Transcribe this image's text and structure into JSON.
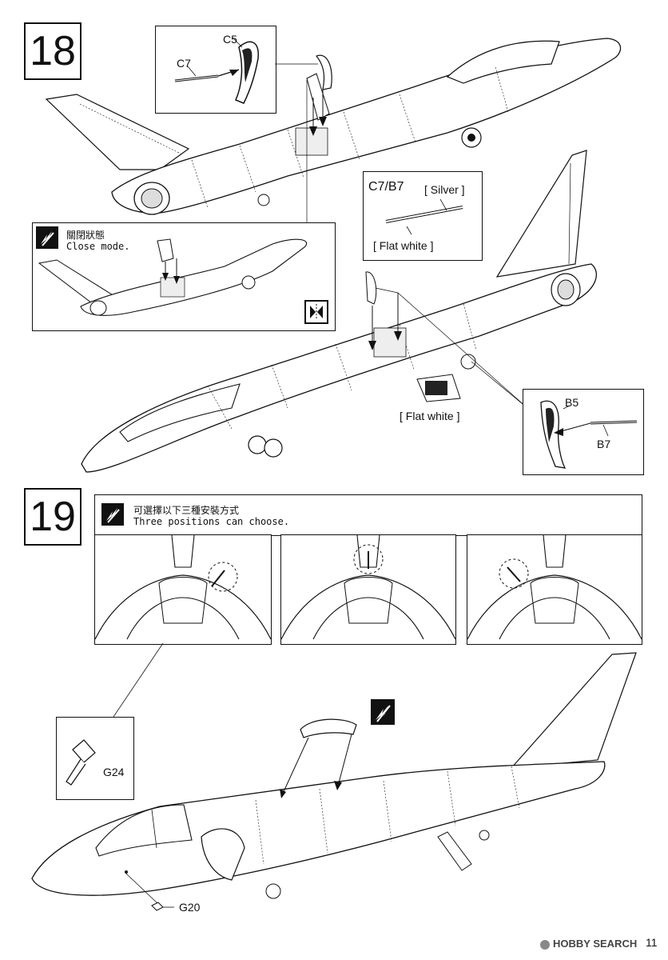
{
  "step18": {
    "number": "18",
    "parts": {
      "c5": "C5",
      "c7": "C7",
      "c7b7": "C7/B7",
      "b5": "B5",
      "b7": "B7"
    },
    "colors": {
      "silver": "[ Silver ]",
      "flat_white_rod": "[ Flat white ]",
      "flat_white_bay": "[ Flat white ]"
    },
    "inset": {
      "title_zh": "關閉狀態",
      "title_en": "Close mode."
    }
  },
  "step19": {
    "number": "19",
    "banner": {
      "title_zh": "可選擇以下三種安裝方式",
      "title_en": "Three positions can choose."
    },
    "parts": {
      "g24": "G24",
      "g20": "G20"
    }
  },
  "footer": {
    "watermark": "HOBBY SEARCH",
    "page_number": "11"
  },
  "icons": {
    "note": "flip-arrows-icon",
    "mirror": "mirror-symbol-icon"
  }
}
